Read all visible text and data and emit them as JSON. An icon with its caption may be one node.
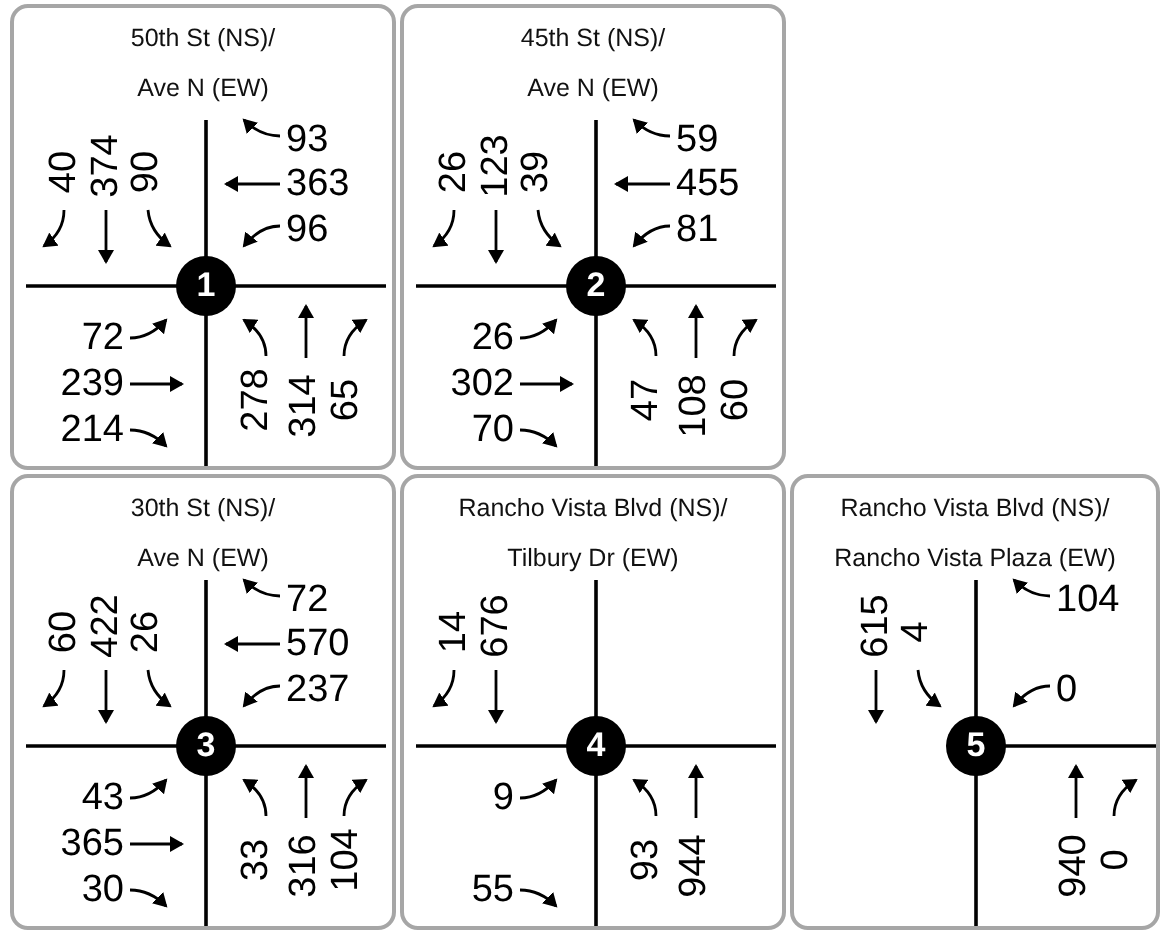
{
  "diagram": {
    "nodes": [
      {
        "text": [
          "50th St (NS)/ Ave N (EW)"
        ]
      },
      {
        "text": [
          "1"
        ],
        "in": 0,
        "beside": [
          "40",
          "374",
          "90",
          "93",
          "363",
          "96",
          "72",
          "239",
          "214",
          "278",
          "314",
          "65"
        ]
      },
      {
        "text": [
          "45th St (NS)/ Ave N (EW)"
        ]
      },
      {
        "text": [
          "2"
        ],
        "in": 2,
        "beside": [
          "26",
          "123",
          "39",
          "59",
          "455",
          "81",
          "26",
          "302",
          "70",
          "47",
          "108",
          "60"
        ]
      },
      {
        "text": [
          "30th St (NS)/ Ave N (EW)"
        ]
      },
      {
        "text": [
          "3"
        ],
        "in": 4,
        "beside": [
          "60",
          "422",
          "26",
          "72",
          "570",
          "237",
          "43",
          "365",
          "30",
          "33",
          "316",
          "104"
        ]
      },
      {
        "text": [
          "Rancho Vista Blvd (NS)/ Tilbury Dr (EW)"
        ]
      },
      {
        "text": [
          "4"
        ],
        "in": 6,
        "beside": [
          "14",
          "676",
          "9",
          "55",
          "93",
          "944"
        ]
      },
      {
        "text": [
          "Rancho Vista Blvd (NS)/ Rancho Vista Plaza (EW)"
        ]
      },
      {
        "text": [
          "5"
        ],
        "in": 8,
        "beside": [
          "615",
          "4",
          "104",
          "0",
          "940",
          "0"
        ]
      }
    ],
    "edges": []
  }
}
